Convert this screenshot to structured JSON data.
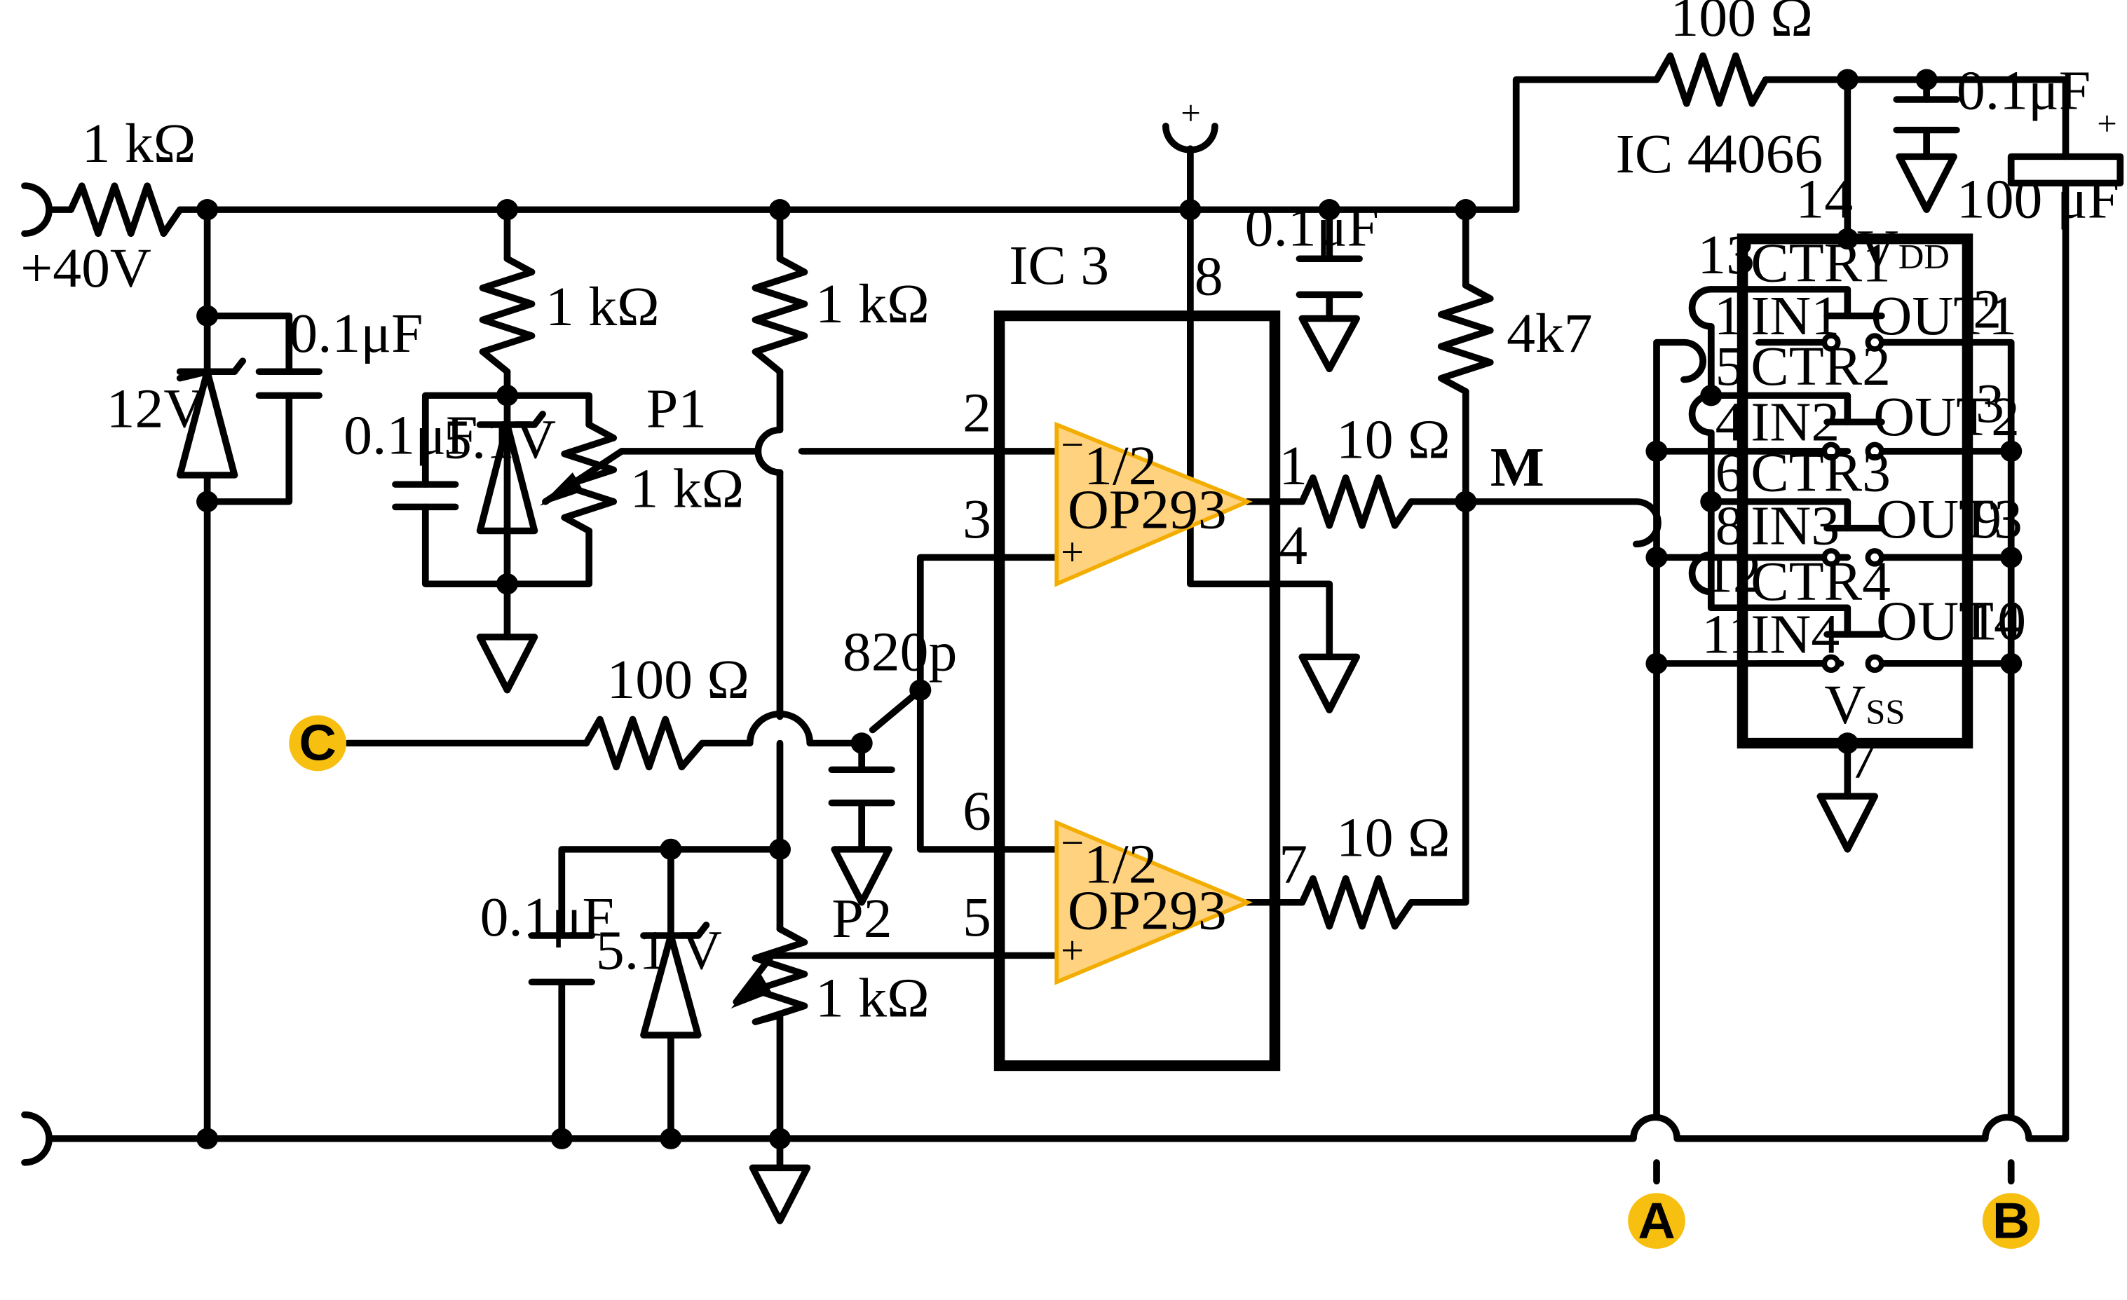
{
  "colors": {
    "opamp_fill": "#ffd27f",
    "opamp_stroke": "#f2ad00",
    "terminal_fill": "#f7bf0f",
    "wire": "#000000"
  },
  "labels": {
    "r_in": "1 kΩ",
    "supply": "+40V",
    "c1": "0.1μF",
    "z1": "12V",
    "r2": "1 kΩ",
    "c2": "0.1μF",
    "z2": "5.1V",
    "p1": "P1",
    "p1_r": "1 kΩ",
    "r3": "1 kΩ",
    "ic3": "IC 3",
    "pin8": "8",
    "plus_rail": "+",
    "c3": "0.1μF",
    "r_4k7": "4k7",
    "r_100_top": "100 Ω",
    "c4": "0.1μF",
    "cap_plus": "+",
    "c_100u": "100 μF",
    "ic4": "IC 4",
    "ic4_part": "4066",
    "pin14": "14",
    "vdd_main": "V",
    "vdd_sub": "DD",
    "vss_main": "V",
    "vss_sub": "SS",
    "pin7_ic4": "7",
    "pin2_op": "2",
    "pin3_op": "3",
    "pin1_op": "1",
    "pin4_op": "4",
    "pin6_op": "6",
    "pin5_op": "5",
    "pin7_op": "7",
    "r10_a": "10 Ω",
    "r10_b": "10 Ω",
    "node_m": "M",
    "c_820p": "820p",
    "r_100_c": "100 Ω",
    "c5": "0.1μF",
    "z3": "5.1 V",
    "p2": "P2",
    "p2_r": "1 kΩ",
    "op_top_l1": "1/2",
    "op_top_l2": "OP293",
    "op_bot_l1": "1/2",
    "op_bot_l2": "OP293",
    "minus": "−",
    "plus": "+",
    "term_a": "A",
    "term_b": "B",
    "term_c": "C"
  },
  "ic4_pins": {
    "left": [
      {
        "num": "13",
        "name": "CTR1"
      },
      {
        "num": "1",
        "name": "IN1"
      },
      {
        "num": "5",
        "name": "CTR2"
      },
      {
        "num": "4",
        "name": "IN2"
      },
      {
        "num": "6",
        "name": "CTR3"
      },
      {
        "num": "8",
        "name": "IN3"
      },
      {
        "num": "12",
        "name": "CTR4"
      },
      {
        "num": "11",
        "name": "IN4"
      }
    ],
    "right": [
      {
        "num": "2",
        "name": "OUT1"
      },
      {
        "num": "3",
        "name": "OUT2"
      },
      {
        "num": "9",
        "name": "OUT3"
      },
      {
        "num": "10",
        "name": "OUT4"
      }
    ]
  }
}
